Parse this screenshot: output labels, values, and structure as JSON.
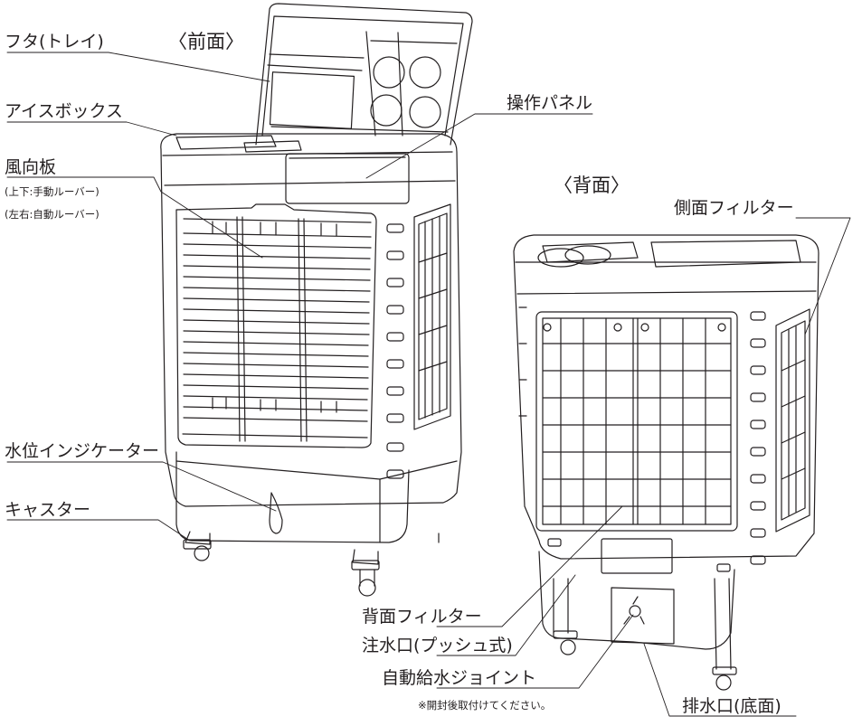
{
  "views": {
    "front": "〈前面〉",
    "back": "〈背面〉"
  },
  "callouts": {
    "lid": "フタ(トレイ)",
    "icebox": "アイスボックス",
    "panel": "操作パネル",
    "louver": "風向板",
    "louver_note1": "(上下:手動ルーバー)",
    "louver_note2": "(左右:自動ルーバー)",
    "level": "水位インジケーター",
    "caster": "キャスター",
    "side_filter": "側面フィルター",
    "back_filter": "背面フィルター",
    "inlet": "注水口(プッシュ式)",
    "joint": "自動給水ジョイント",
    "joint_note": "※開封後取付けてください。",
    "drain": "排水口(底面)"
  }
}
